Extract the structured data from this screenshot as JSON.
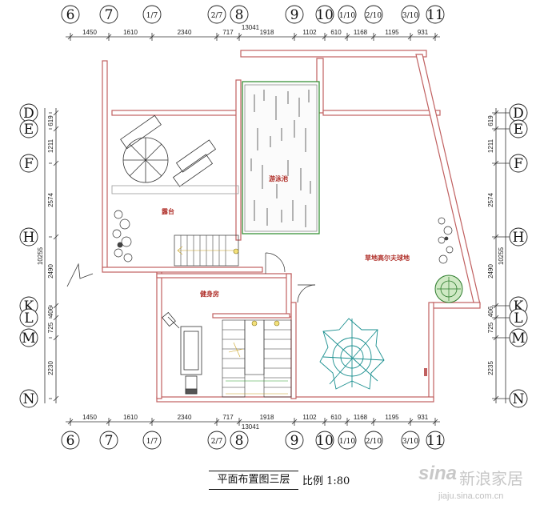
{
  "top_axes": [
    "6",
    "7",
    "1/7",
    "2/7",
    "8",
    "9",
    "10",
    "1/10",
    "2/10",
    "3/10",
    "11"
  ],
  "bottom_axes": [
    "6",
    "7",
    "1/7",
    "2/7",
    "8",
    "9",
    "10",
    "1/10",
    "2/10",
    "3/10",
    "11"
  ],
  "left_axes": [
    "D",
    "E",
    "F",
    "H",
    "K",
    "L",
    "M",
    "N"
  ],
  "right_axes": [
    "D",
    "E",
    "F",
    "H",
    "K",
    "L",
    "M",
    "N"
  ],
  "top_dims": [
    "1450",
    "1610",
    "2340",
    "717",
    "1918",
    "1102",
    "610",
    "1168",
    "1195",
    "931"
  ],
  "top_total": "13041",
  "bottom_dims": [
    "1450",
    "1610",
    "2340",
    "717",
    "1918",
    "1102",
    "610",
    "1168",
    "1195",
    "931"
  ],
  "bottom_total": "13041",
  "left_dims": [
    "619",
    "1211",
    "2574",
    "2490",
    "406",
    "725",
    "2230"
  ],
  "left_total": "10255",
  "right_dims": [
    "619",
    "1211",
    "2574",
    "2490",
    "406",
    "725",
    "2235"
  ],
  "right_total": "10255",
  "rooms": {
    "pool": "游泳池",
    "terrace": "露台",
    "gym": "健身房",
    "golf": "草地高尔夫球地"
  },
  "title": "平面布置图三层",
  "scale": "比例 1:80",
  "watermark": {
    "logo": "sina",
    "brand": "新浪家居",
    "url": "jiaju.sina.com.cn"
  },
  "colors": {
    "wall": "#c06060",
    "pool_outline": "#2a8a2a",
    "terrace_plant": "#333333",
    "golf_umbrella": "#1a8f8f",
    "tree": "#3a9a3a",
    "room_text": "#b0302a"
  }
}
